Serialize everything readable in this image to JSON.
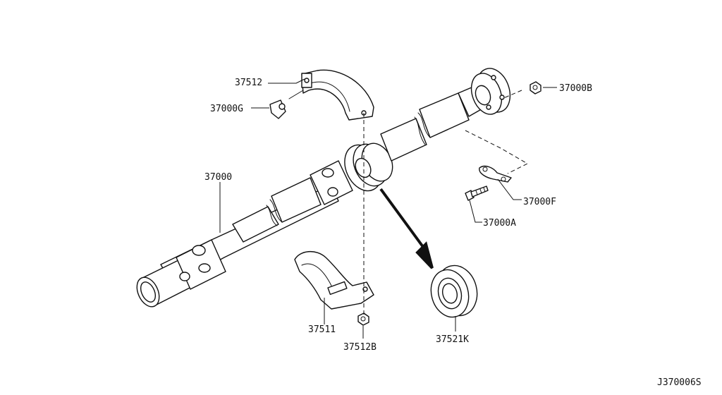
{
  "parts": [
    {
      "id": "p37512",
      "number": "37512"
    },
    {
      "id": "p37000G",
      "number": "37000G"
    },
    {
      "id": "p37000B",
      "number": "37000B"
    },
    {
      "id": "p37000",
      "number": "37000"
    },
    {
      "id": "p37000F",
      "number": "37000F"
    },
    {
      "id": "p37000A",
      "number": "37000A"
    },
    {
      "id": "p37511",
      "number": "37511"
    },
    {
      "id": "p37512B",
      "number": "37512B"
    },
    {
      "id": "p37521K",
      "number": "37521K"
    }
  ],
  "diagram_code": "J370006S",
  "colors": {
    "line": "#111111",
    "background": "#ffffff"
  }
}
